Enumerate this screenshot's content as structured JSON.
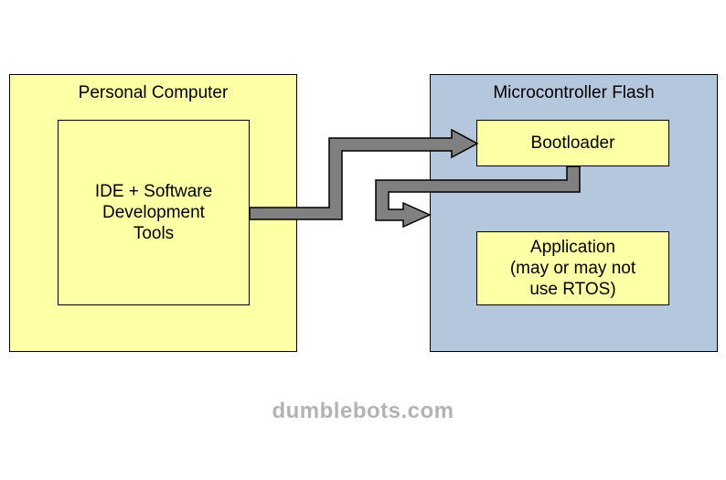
{
  "diagram": {
    "personal_computer": {
      "title": "Personal Computer",
      "tools": "IDE + Software\nDevelopment\nTools"
    },
    "microcontroller_flash": {
      "title": "Microcontroller Flash",
      "bootloader": "Bootloader",
      "application": "Application\n(may or may not\nuse RTOS)"
    },
    "colors": {
      "pc_fill": "#ffffa6",
      "flash_fill": "#b4c7dc",
      "arrow_fill": "#808080"
    }
  },
  "watermark": "dumblebots.com"
}
